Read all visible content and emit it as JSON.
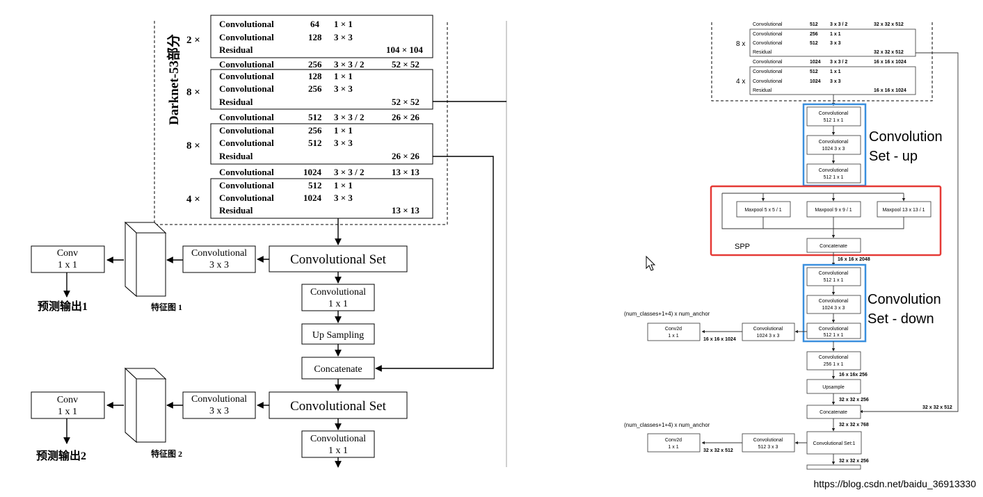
{
  "left": {
    "backbone_label": "Darknet-53部分",
    "groups": [
      {
        "mult": "2 ×",
        "rows": [
          {
            "n": "Convolutional",
            "f": "64",
            "s": "1 × 1",
            "o": ""
          },
          {
            "n": "Convolutional",
            "f": "128",
            "s": "3 × 3",
            "o": ""
          },
          {
            "n": "Residual",
            "f": "",
            "s": "",
            "o": "104 × 104"
          }
        ]
      },
      {
        "mult": "8 ×",
        "rows": [
          {
            "n": "Convolutional",
            "f": "128",
            "s": "1 × 1",
            "o": ""
          },
          {
            "n": "Convolutional",
            "f": "256",
            "s": "3 × 3",
            "o": ""
          },
          {
            "n": "Residual",
            "f": "",
            "s": "",
            "o": "52 × 52"
          }
        ]
      },
      {
        "mult": "8 ×",
        "rows": [
          {
            "n": "Convolutional",
            "f": "256",
            "s": "1 × 1",
            "o": ""
          },
          {
            "n": "Convolutional",
            "f": "512",
            "s": "3 × 3",
            "o": ""
          },
          {
            "n": "Residual",
            "f": "",
            "s": "",
            "o": "26 × 26"
          }
        ]
      },
      {
        "mult": "4 ×",
        "rows": [
          {
            "n": "Convolutional",
            "f": "512",
            "s": "1 × 1",
            "o": ""
          },
          {
            "n": "Convolutional",
            "f": "1024",
            "s": "3 × 3",
            "o": ""
          },
          {
            "n": "Residual",
            "f": "",
            "s": "",
            "o": "13 × 13"
          }
        ]
      }
    ],
    "between_rows": [
      {
        "n": "Convolutional",
        "f": "256",
        "s": "3 × 3 / 2",
        "o": "52 × 52"
      },
      {
        "n": "Convolutional",
        "f": "512",
        "s": "3 × 3 / 2",
        "o": "26 × 26"
      },
      {
        "n": "Convolutional",
        "f": "1024",
        "s": "3 × 3 / 2",
        "o": "13 × 13"
      }
    ],
    "conv_set": "Convolutional  Set",
    "conv1x1": [
      "Convolutional",
      "1 x 1"
    ],
    "conv3x3": [
      "Convolutional",
      "3 x 3"
    ],
    "up_sampling": "Up Sampling",
    "concatenate": "Concatenate",
    "conv_out": [
      "Conv",
      "1 x 1"
    ],
    "feature_map_1": "特征图 1",
    "feature_map_2": "特征图 2",
    "output_1": "预测输出1",
    "output_2": "预测输出2"
  },
  "right": {
    "top_rows": [
      {
        "n": "Convolutional",
        "f": "512",
        "s": "3 x 3 / 2",
        "o": "32 x 32 x 512"
      },
      {
        "n": "Convolutional",
        "f": "1024",
        "s": "3 x 3 / 2",
        "o": "16 x 16 x 1024"
      }
    ],
    "group8": {
      "mult": "8 x",
      "rows": [
        {
          "n": "Convolutional",
          "f": "256",
          "s": "1 x 1",
          "o": ""
        },
        {
          "n": "Convolutional",
          "f": "512",
          "s": "3 x 3",
          "o": ""
        },
        {
          "n": "Residual",
          "f": "",
          "s": "",
          "o": "32 x 32 x 512"
        }
      ]
    },
    "group4": {
      "mult": "4 x",
      "rows": [
        {
          "n": "Convolutional",
          "f": "512",
          "s": "1 x 1",
          "o": ""
        },
        {
          "n": "Convolutional",
          "f": "1024",
          "s": "3 x 3",
          "o": ""
        },
        {
          "n": "Residual",
          "f": "",
          "s": "",
          "o": "16 x 16 x 1024"
        }
      ]
    },
    "set_up_label": [
      "Convolution",
      "Set - up"
    ],
    "set_down_label": [
      "Convolution",
      "Set - down"
    ],
    "conv_set_boxes": [
      [
        "Convolutional",
        "512   1 x 1"
      ],
      [
        "Convolutional",
        "1024   3 x 3"
      ],
      [
        "Convolutional",
        "512   1 x 1"
      ]
    ],
    "maxpools": [
      "Maxpool  5 x 5 / 1",
      "Maxpool  9 x 9 / 1",
      "Maxpool  13 x 13 / 1"
    ],
    "spp_label": "SPP",
    "concatenate": "Concatenate",
    "dim_2048": "16 x 16 x 2048",
    "head_label": "(num_classes+1+4) x num_anchor",
    "conv2d": [
      "Conv2d",
      "1 x 1"
    ],
    "head_conv1": [
      "Convolutional",
      "1024   3 x 3"
    ],
    "dim_1024": "16 x 16 x 1024",
    "conv256": [
      "Convolutional",
      "256   1 x 1"
    ],
    "dim_256": "16 x 16x 256",
    "upsample": "Upsample",
    "dim_32_256": "32 x 32 x 256",
    "side_dim": "32 x 32 x 512",
    "dim_768": "32 x 32 x 768",
    "conv_set_1": "Convolutional Set:1",
    "head_conv2": [
      "Convolutional",
      "512   3 x 3"
    ],
    "dim_32_512": "32 x 32 x 512",
    "dim_bottom": "32 x 32 x 256"
  },
  "watermark": "https://blog.csdn.net/baidu_36913330",
  "colors": {
    "blue": "#3a8fde",
    "red": "#e53935"
  }
}
